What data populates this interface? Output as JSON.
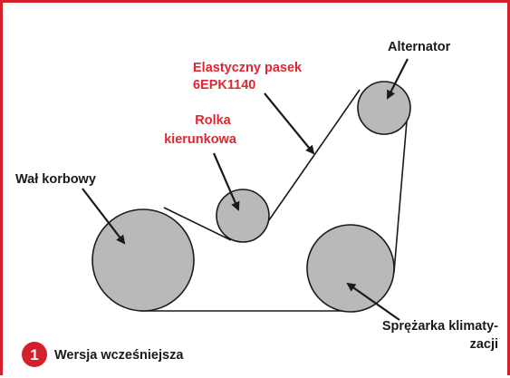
{
  "labels": {
    "alternator": "Alternator",
    "belt_line1": "Elastyczny pasek",
    "belt_line2": "6EPK1140",
    "idler_line1": "Rolka",
    "idler_line2": "kierunkowa",
    "crankshaft": "Wał korbowy",
    "compressor_line1": "Sprężarka klimaty-",
    "compressor_line2": "zacji"
  },
  "version": {
    "number": "1",
    "text": "Wersja wcześniejsza"
  },
  "colors": {
    "frame": "#d4202a",
    "highlight_text": "#e0262e",
    "pulley_fill": "#b8b9bb",
    "line": "#1a1a1a",
    "badge": "#d4202a"
  }
}
